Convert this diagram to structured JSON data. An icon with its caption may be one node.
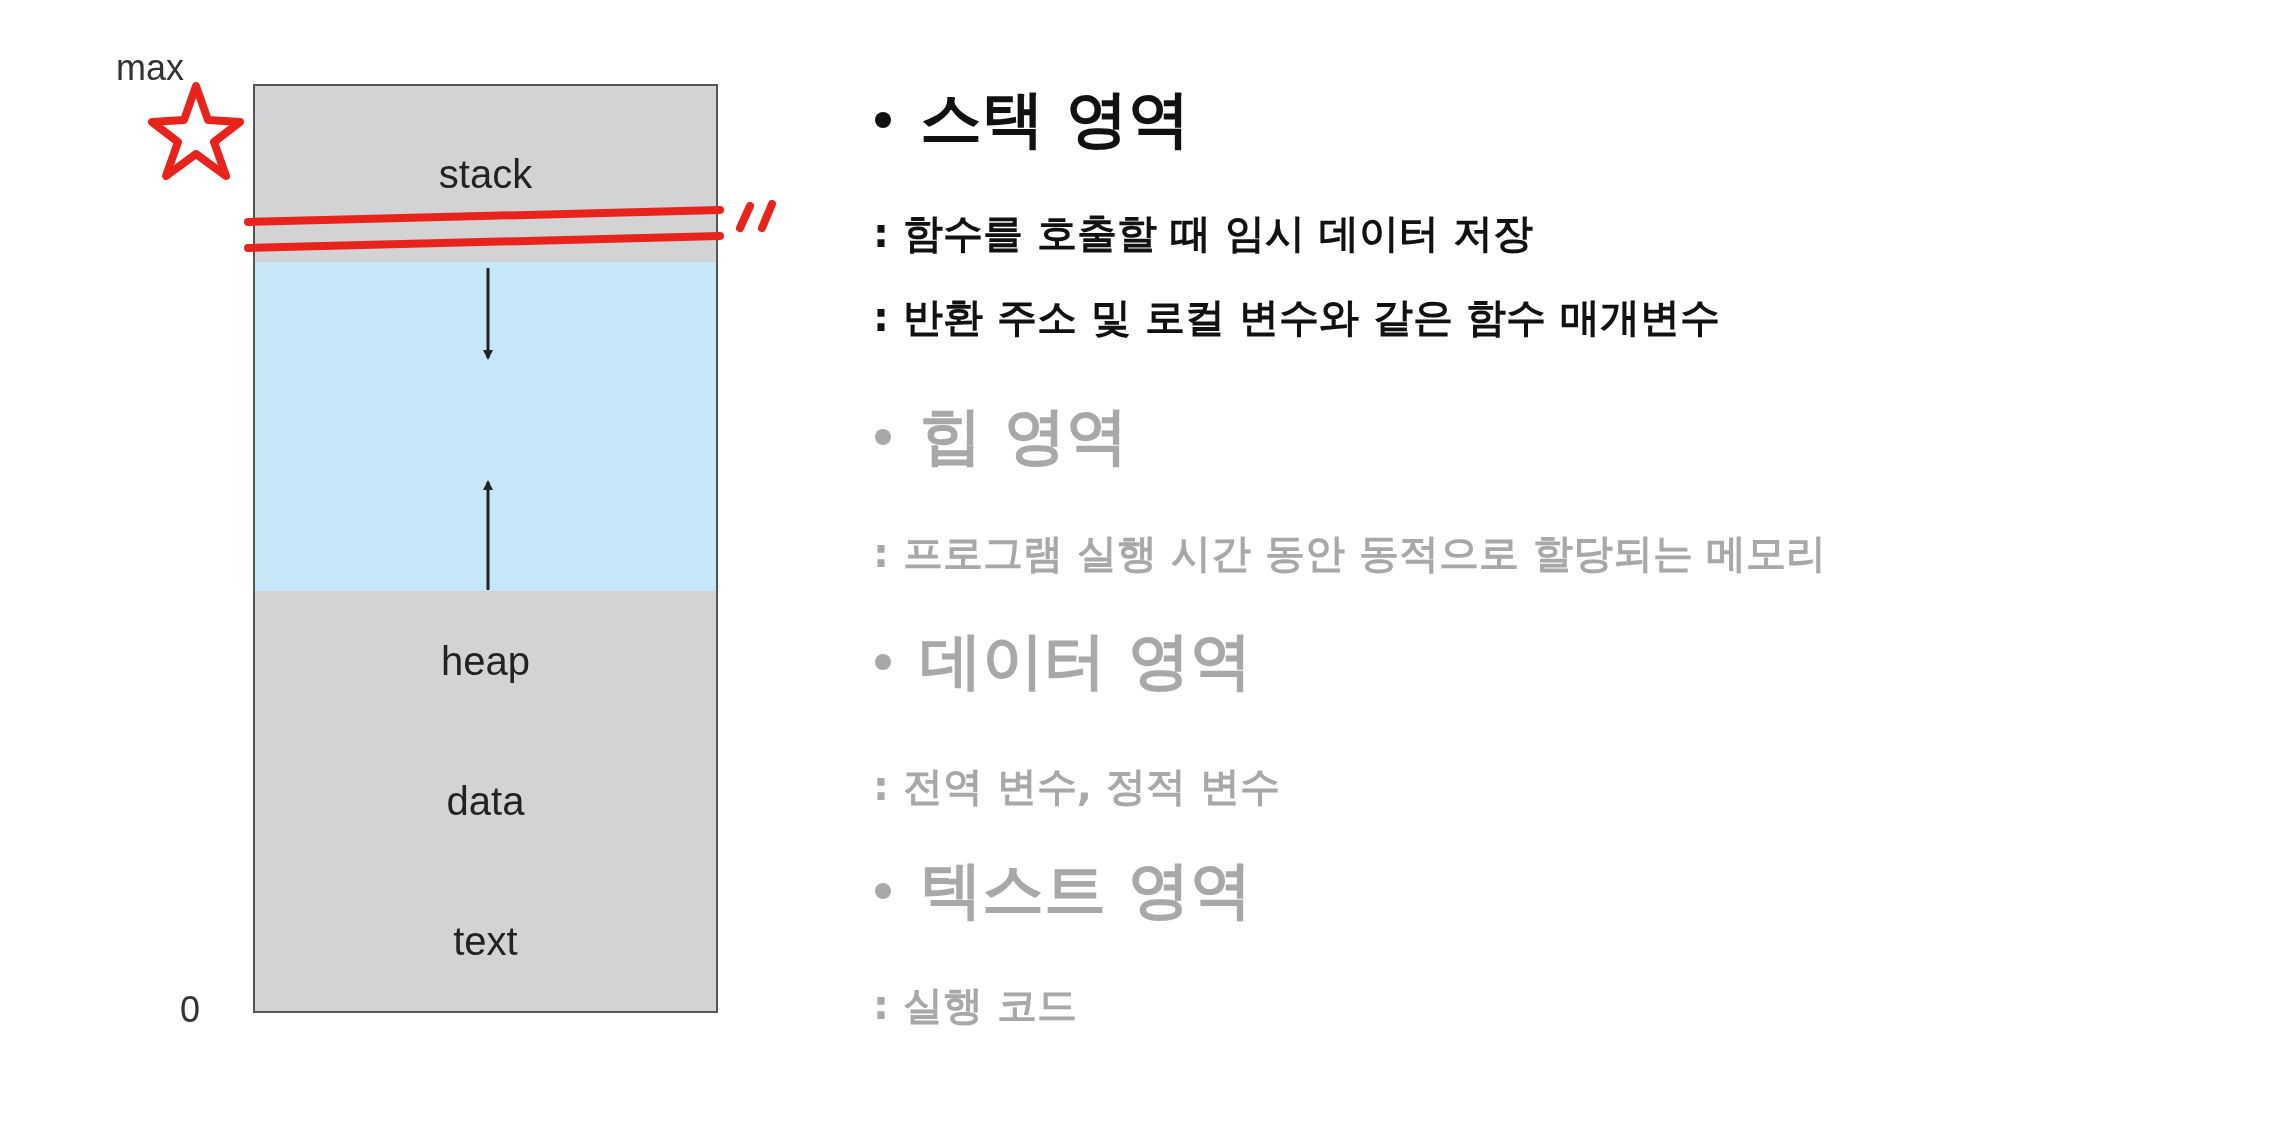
{
  "diagram": {
    "nodes": [
      {
        "text": [
          "stack"
        ]
      },
      {
        "text": [],
        "shape": "box"
      },
      {
        "text": [
          "heap"
        ]
      },
      {
        "text": [
          "data"
        ]
      },
      {
        "text": [
          "text"
        ]
      }
    ],
    "edges": [],
    "labels": [
      "max",
      "0",
      "스택 영역",
      ": 함수를 호출할 때 임시 데이터 저장",
      ": 반환 주소 및 로컬 변수와 같은 함수 매개변수",
      "힙 영역",
      ": 프로그램 실행 시간 동안 동적으로 할당되는 메모리",
      "데이터 영역",
      ": 전역 변수, 정적 변수",
      "텍스트 영역",
      ": 실행 코드"
    ]
  }
}
